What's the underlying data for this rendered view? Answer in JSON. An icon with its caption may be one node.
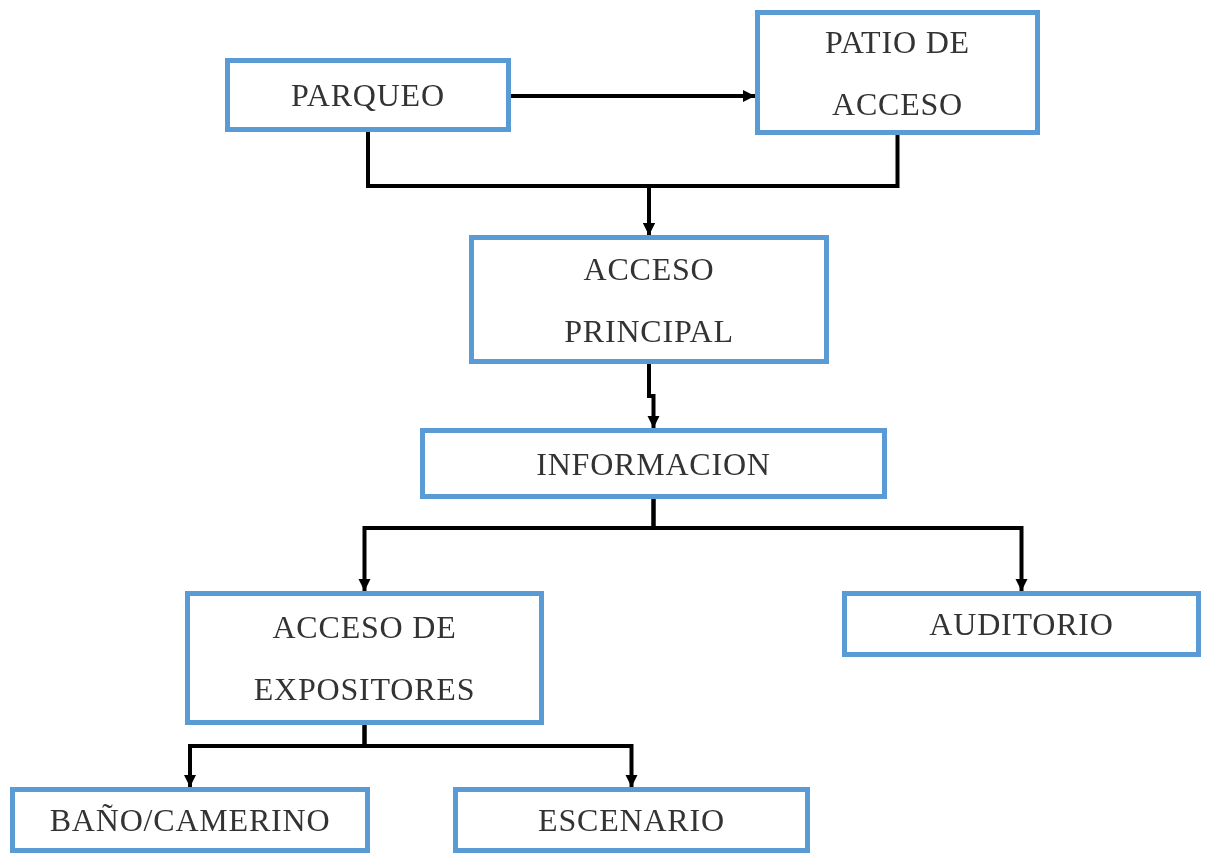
{
  "diagram": {
    "nodes": [
      {
        "text": [
          "PARQUEO"
        ]
      },
      {
        "text": [
          "PATIO DE ACCESO"
        ]
      },
      {
        "text": [
          "ACCESO PRINCIPAL"
        ]
      },
      {
        "text": [
          "INFORMACION"
        ]
      },
      {
        "text": [
          "ACCESO DE EXPOSITORES"
        ]
      },
      {
        "text": [
          "AUDITORIO"
        ]
      },
      {
        "text": [
          "BAÑO/CAMERINO"
        ]
      },
      {
        "text": [
          "ESCENARIO"
        ]
      }
    ],
    "edges": [
      {
        "from": 0,
        "to": 1,
        "arrow": "to"
      },
      {
        "from": 0,
        "to": 2,
        "arrow": "to"
      },
      {
        "from": 1,
        "to": 2,
        "arrow": "to"
      },
      {
        "from": 2,
        "to": 3,
        "arrow": "to"
      },
      {
        "from": 3,
        "to": 4,
        "arrow": "to"
      },
      {
        "from": 3,
        "to": 5,
        "arrow": "to"
      },
      {
        "from": 4,
        "to": 6,
        "arrow": "to"
      },
      {
        "from": 4,
        "to": 7,
        "arrow": "to"
      }
    ]
  }
}
